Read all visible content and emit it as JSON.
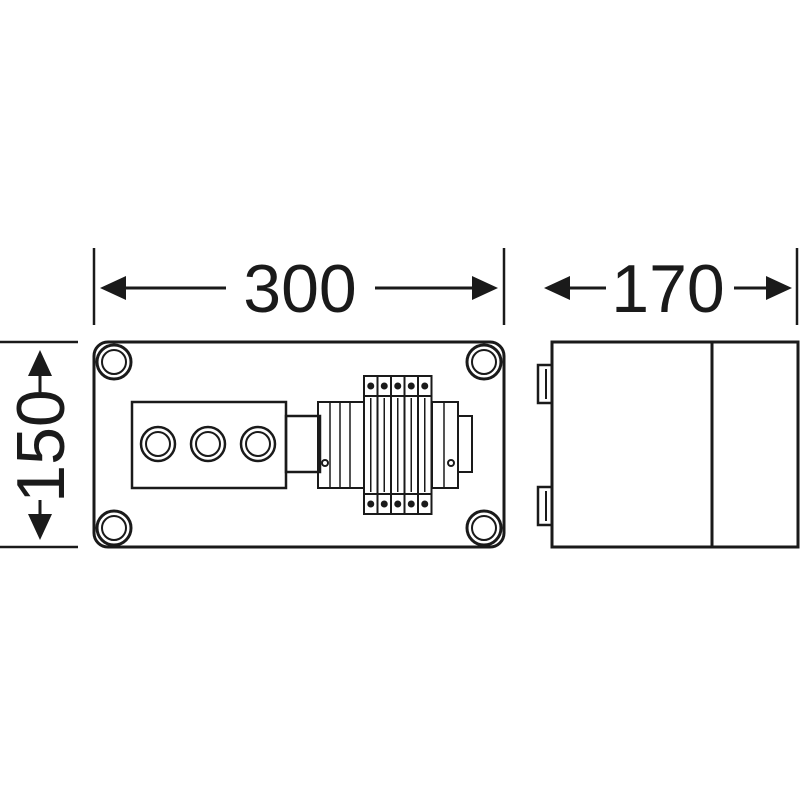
{
  "dimensions": {
    "width": "300",
    "depth": "170",
    "height": "150"
  },
  "colors": {
    "line": "#1a1a1a",
    "background": "#ffffff",
    "fill": "#ffffff"
  },
  "front_view": {
    "push_button_count": 3,
    "corner_screw_count": 4,
    "terminal_block_count": 5
  },
  "side_view": {
    "hinge_count": 2
  }
}
